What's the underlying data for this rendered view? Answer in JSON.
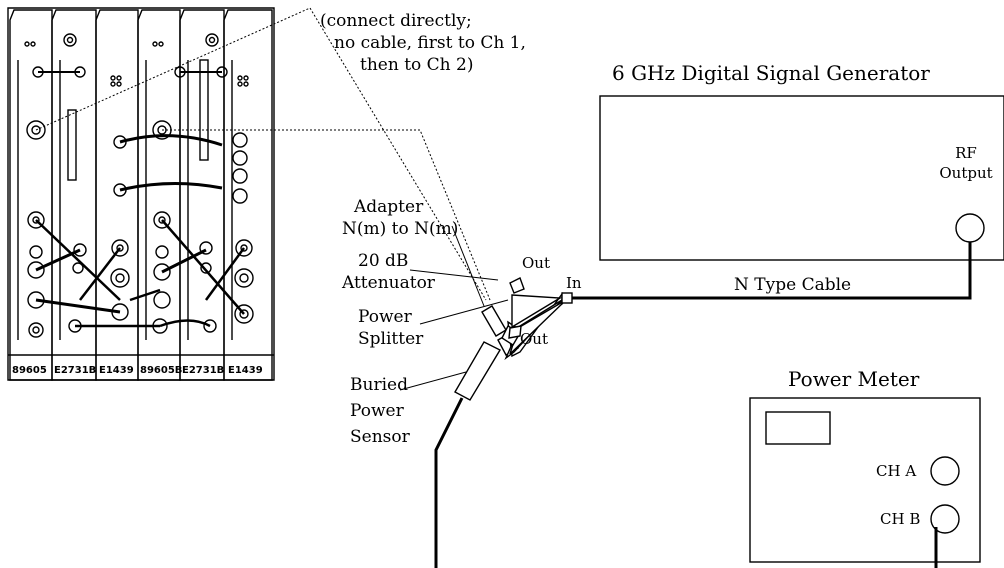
{
  "annotation": {
    "line1": "(connect directly;",
    "line2": "no cable, first to Ch 1,",
    "line3": "then to Ch 2)"
  },
  "signal_generator": {
    "title": "6 GHz Digital Signal Generator",
    "rf_line1": "RF",
    "rf_line2": "Output"
  },
  "labels": {
    "adapter_line1": "Adapter",
    "adapter_line2": "N(m) to N(m)",
    "attenuator_line1": "20 dB",
    "attenuator_line2": "Attenuator",
    "splitter_line1": "Power",
    "splitter_line2": "Splitter",
    "sensor_line1": "Buried",
    "sensor_line2": "Power",
    "sensor_line3": "Sensor",
    "port_out_top": "Out",
    "port_in": "In",
    "port_out_bottom": "Out",
    "cable": "N Type Cable"
  },
  "power_meter": {
    "title": "Power Meter",
    "ch_a": "CH A",
    "ch_b": "CH B"
  },
  "rack": {
    "modules": [
      "89605",
      "E2731B",
      "E1439",
      "89605B",
      "E2731B",
      "E1439"
    ]
  }
}
